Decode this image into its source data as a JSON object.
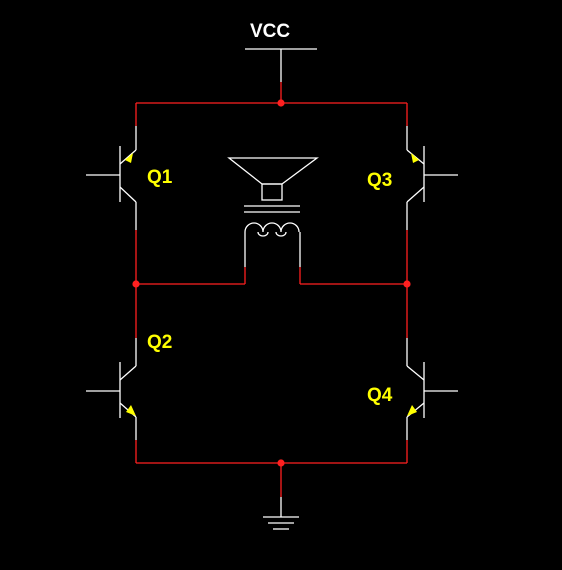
{
  "labels": {
    "supply": "VCC",
    "q1": "Q1",
    "q2": "Q2",
    "q3": "Q3",
    "q4": "Q4"
  },
  "colors": {
    "background": "#000000",
    "symbol": "#ffffff",
    "wire": "#ff0000",
    "junction": "#ff0000",
    "label": "#ffff00",
    "emitter_arrow": "#ffff00"
  },
  "components": [
    {
      "ref": "Q1",
      "kind": "pnp-transistor"
    },
    {
      "ref": "Q3",
      "kind": "pnp-transistor"
    },
    {
      "ref": "Q2",
      "kind": "npn-transistor"
    },
    {
      "ref": "Q4",
      "kind": "npn-transistor"
    },
    {
      "ref": "speaker",
      "kind": "speaker-with-coil"
    },
    {
      "ref": "supply",
      "kind": "vcc-rail"
    },
    {
      "ref": "ground",
      "kind": "ground-symbol"
    }
  ]
}
